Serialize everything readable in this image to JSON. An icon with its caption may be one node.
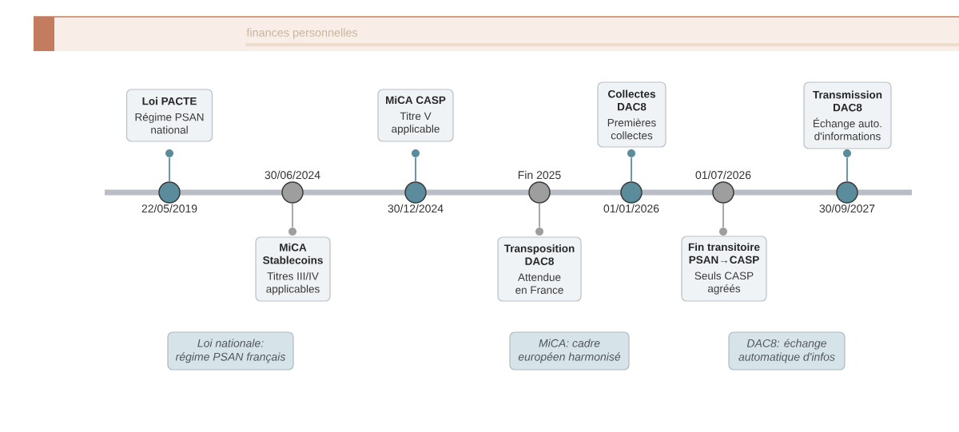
{
  "diagram": {
    "nodes": [
      {
        "text": [
          "Loi PACTE",
          "Régime PSAN national"
        ]
      },
      {
        "text": [
          "MiCA CASP",
          "Titre V applicable"
        ]
      },
      {
        "text": [
          "Collectes DAC8",
          "Premières collectes"
        ]
      },
      {
        "text": [
          "Transmission DAC8",
          "Échange auto. d'informations"
        ]
      },
      {
        "text": [],
        "shape": "circle"
      },
      {
        "text": [],
        "shape": "circle"
      },
      {
        "text": [],
        "shape": "circle"
      },
      {
        "text": [],
        "shape": "circle"
      },
      {
        "text": [],
        "shape": "circle",
        "beside": [
          "22/05/2019"
        ]
      },
      {
        "text": [],
        "shape": "circle",
        "beside": [
          "30/06/2024"
        ]
      },
      {
        "text": [],
        "shape": "circle",
        "beside": [
          "30/12/2024"
        ]
      },
      {
        "text": [],
        "shape": "circle",
        "beside": [
          "Fin 2025"
        ]
      },
      {
        "text": [],
        "shape": "circle",
        "beside": [
          "01/01/2026"
        ]
      },
      {
        "text": [],
        "shape": "circle",
        "beside": [
          "01/07/2026"
        ]
      },
      {
        "text": [],
        "shape": "circle",
        "beside": [
          "30/09/2027"
        ]
      },
      {
        "text": [],
        "shape": "circle"
      },
      {
        "text": [],
        "shape": "circle"
      },
      {
        "text": [],
        "shape": "circle"
      },
      {
        "text": [
          "MiCA Stablecoins",
          "Titres III/IV applicables"
        ]
      },
      {
        "text": [
          "Transposition DAC8",
          "Attendue en France"
        ]
      },
      {
        "text": [
          "Fin transitoire PSAN→CASP",
          "Seuls CASP agréés"
        ]
      },
      {
        "text": [
          "Loi nationale: régime PSAN français"
        ]
      },
      {
        "text": [
          "MiCA: cadre européen harmonisé"
        ]
      },
      {
        "text": [
          "DAC8: échange automatique d'infos"
        ]
      }
    ],
    "edges": [
      {
        "from": 8,
        "to": 4,
        "arrow": "none"
      },
      {
        "from": 9,
        "to": 15,
        "arrow": "none",
        "color": "#9e9e9e"
      },
      {
        "from": 10,
        "to": 5,
        "arrow": "none"
      },
      {
        "from": 11,
        "to": 16,
        "arrow": "none",
        "color": "#9e9e9e"
      },
      {
        "from": 12,
        "to": 6,
        "arrow": "none"
      },
      {
        "from": 13,
        "to": 17,
        "arrow": "none",
        "color": "#9e9e9e"
      },
      {
        "from": 14,
        "to": 7,
        "arrow": "none"
      }
    ],
    "labels": [
      "finances personnelles"
    ]
  }
}
